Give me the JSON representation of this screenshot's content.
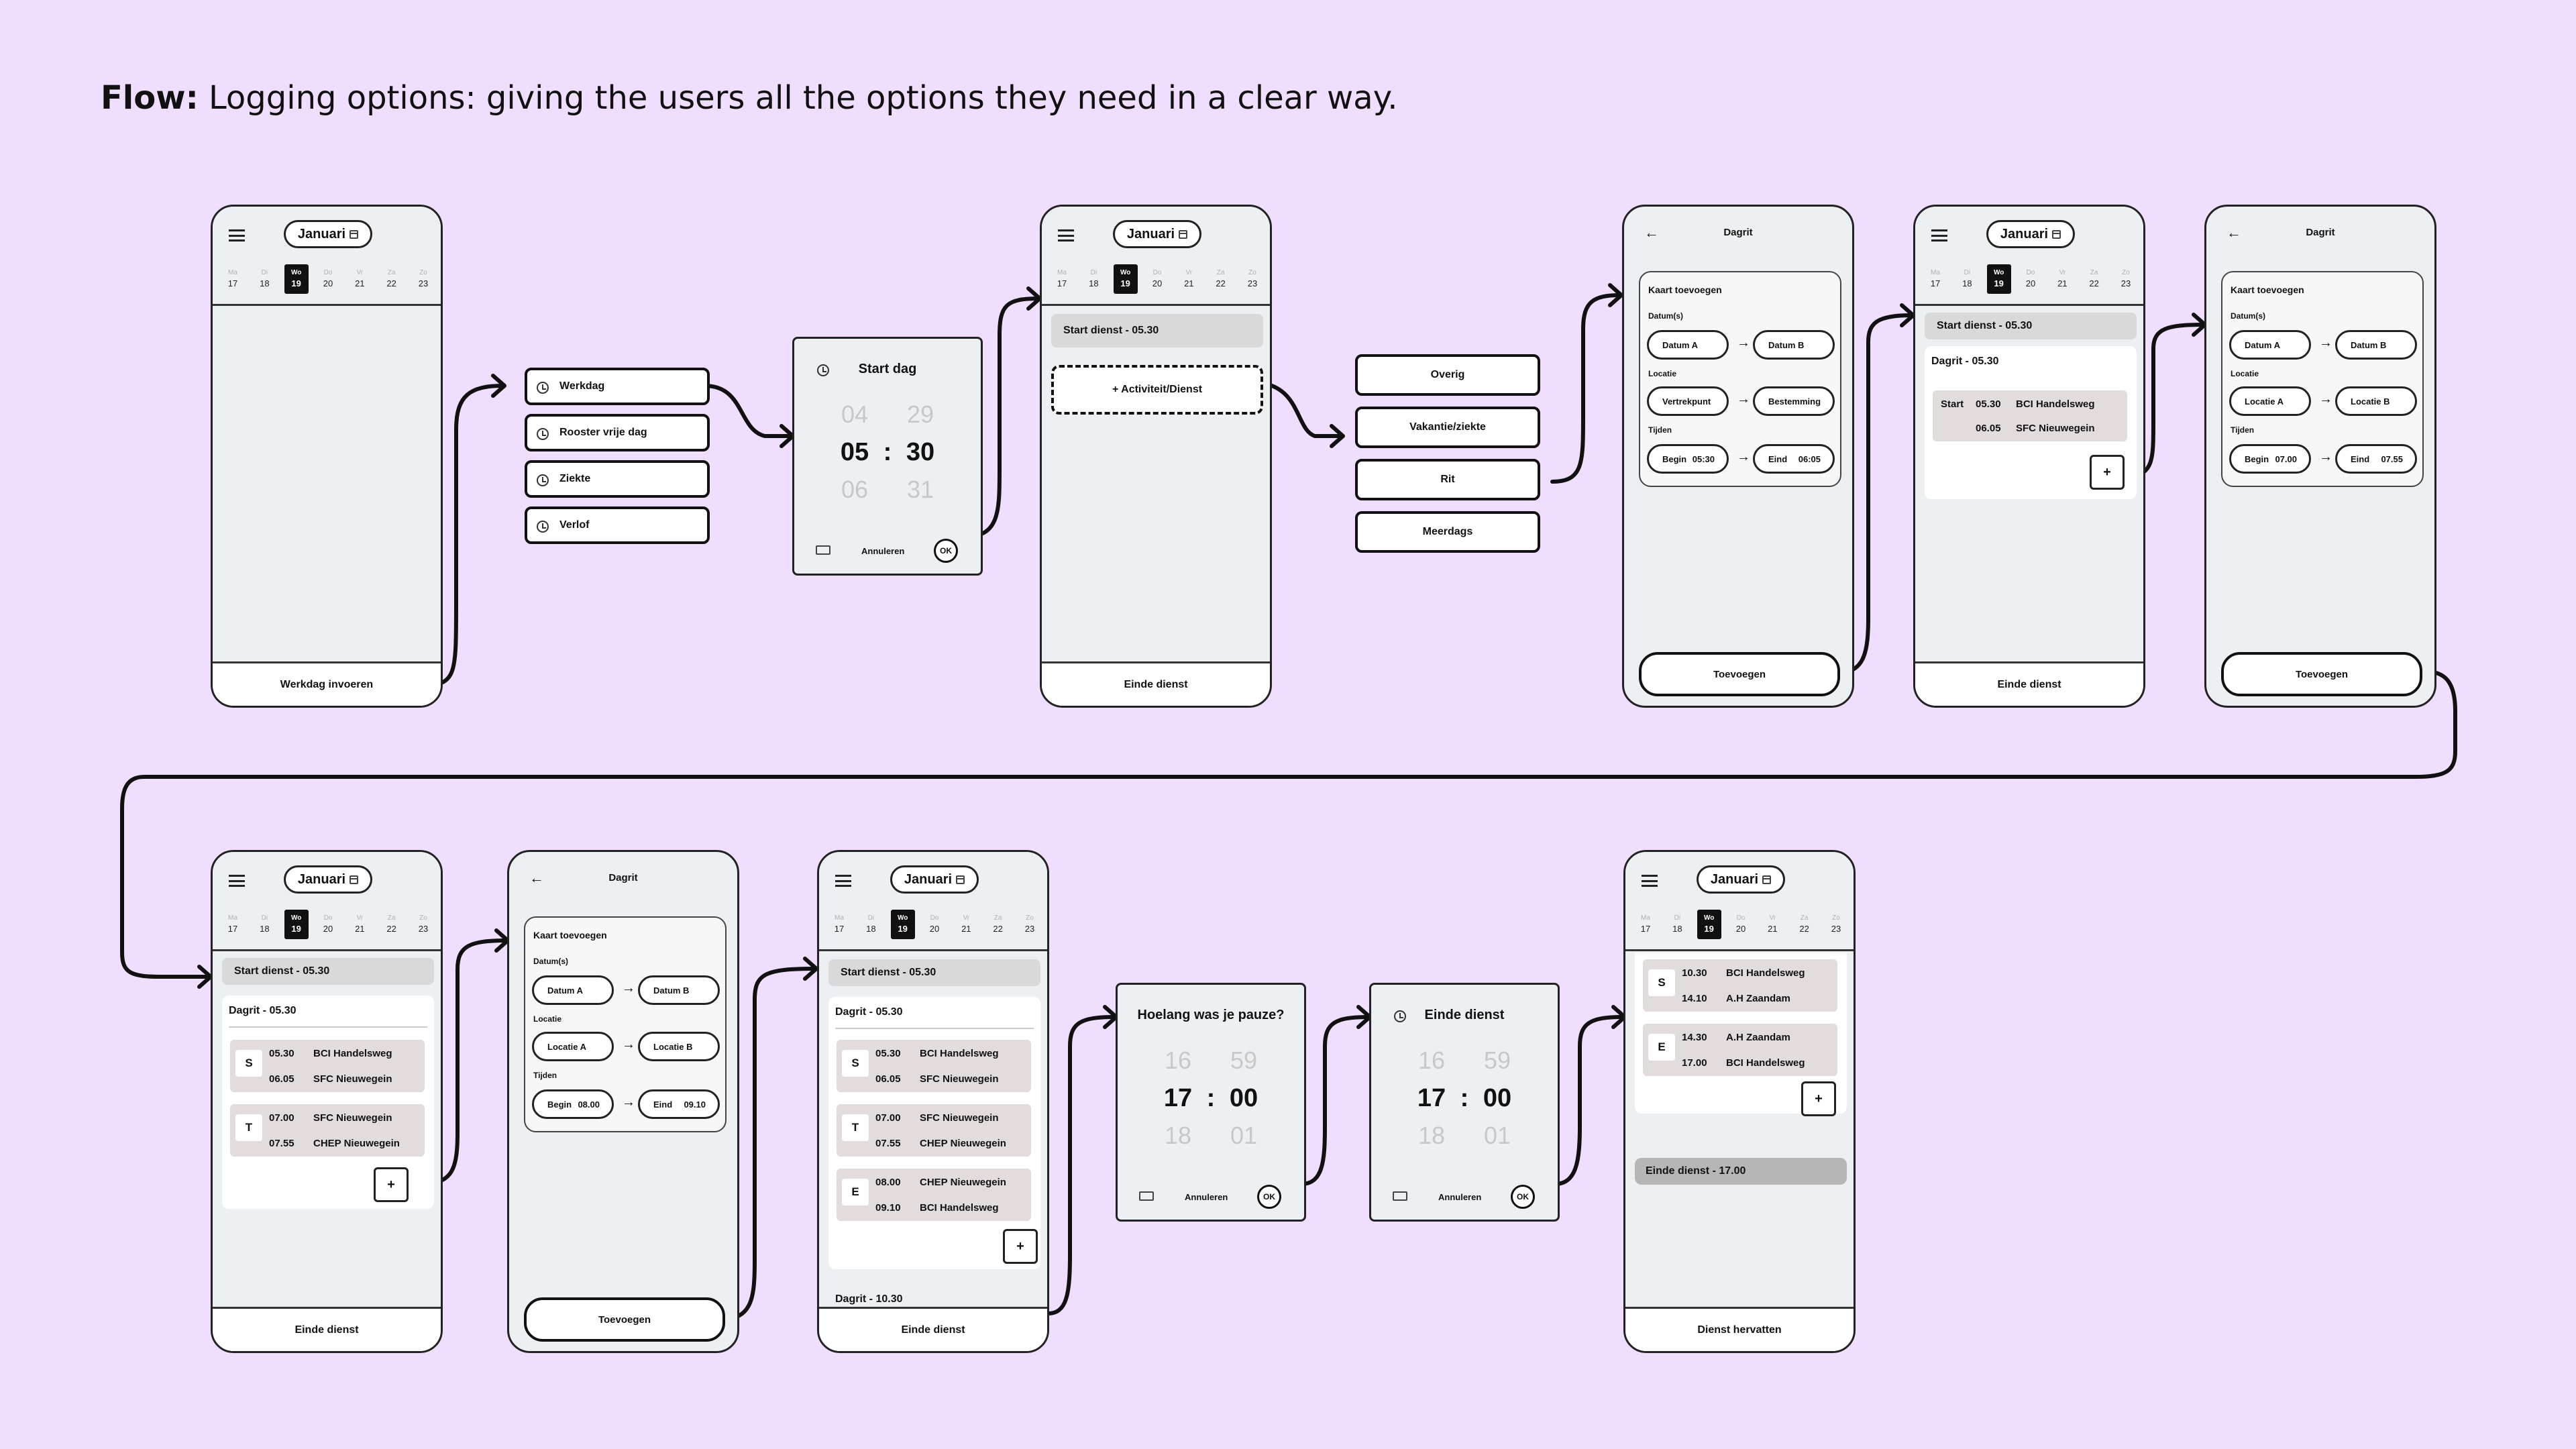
{
  "heading": {
    "bold": "Flow:",
    "text": " Logging options: giving the users all the options they need in a clear way."
  },
  "common": {
    "month": "Januari",
    "week": [
      {
        "dn": "Ma",
        "dd": "17"
      },
      {
        "dn": "Di",
        "dd": "18"
      },
      {
        "dn": "Wo",
        "dd": "19"
      },
      {
        "dn": "Do",
        "dd": "20"
      },
      {
        "dn": "Vr",
        "dd": "21"
      },
      {
        "dn": "Za",
        "dd": "22"
      },
      {
        "dn": "Zo",
        "dd": "23"
      }
    ],
    "dagrit": "Dagrit",
    "kaart_toevoegen": "Kaart toevoegen",
    "datums": "Datum(s)",
    "locatie": "Locatie",
    "tijden": "Tijden",
    "toevoegen": "Toevoegen",
    "begin": "Begin",
    "eind": "Eind",
    "einde_dienst": "Einde dienst",
    "annuleren": "Annuleren",
    "ok": "OK",
    "plus": "+"
  },
  "screen1": {
    "bottom": "Werkdag invoeren"
  },
  "options1": [
    "Werkdag",
    "Rooster vrije dag",
    "Ziekte",
    "Verlof"
  ],
  "picker1": {
    "title": "Start dag",
    "h_prev": "04",
    "m_prev": "29",
    "h": "05",
    "m": "30",
    "h_next": "06",
    "m_next": "31"
  },
  "screen2": {
    "start_bar": "Start dienst - 05.30",
    "add": "+ Activiteit/Dienst"
  },
  "options2": [
    "Overig",
    "Vakantie/ziekte",
    "Rit",
    "Meerdags"
  ],
  "form1": {
    "datum_a": "Datum A",
    "datum_b": "Datum B",
    "loc_a": "Vertrekpunt",
    "loc_b": "Bestemming",
    "begin": "05:30",
    "eind": "06:05"
  },
  "screen4": {
    "start_bar": "Start dienst - 05.30",
    "dagrit_title": "Dagrit - 05.30",
    "start_label": "Start",
    "t1": "05.30",
    "l1": "BCI Handelsweg",
    "t2": "06.05",
    "l2": "SFC Nieuwegein"
  },
  "form2": {
    "datum_a": "Datum A",
    "datum_b": "Datum B",
    "loc_a": "Locatie A",
    "loc_b": "Locatie B",
    "begin": "07.00",
    "eind": "07.55"
  },
  "screen6": {
    "start_bar": "Start dienst - 05.30",
    "dagrit_title": "Dagrit - 05.30",
    "entries": [
      {
        "badge": "S",
        "t1": "05.30",
        "l1": "BCI Handelsweg",
        "t2": "06.05",
        "l2": "SFC Nieuwegein"
      },
      {
        "badge": "T",
        "t1": "07.00",
        "l1": "SFC Nieuwegein",
        "t2": "07.55",
        "l2": "CHEP Nieuwegein"
      }
    ]
  },
  "form3": {
    "datum_a": "Datum A",
    "datum_b": "Datum B",
    "loc_a": "Locatie A",
    "loc_b": "Locatie B",
    "begin": "08.00",
    "eind": "09.10"
  },
  "screen8": {
    "start_bar": "Start dienst - 05.30",
    "dagrit_title": "Dagrit - 05.30",
    "entries": [
      {
        "badge": "S",
        "t1": "05.30",
        "l1": "BCI Handelsweg",
        "t2": "06.05",
        "l2": "SFC Nieuwegein"
      },
      {
        "badge": "T",
        "t1": "07.00",
        "l1": "SFC Nieuwegein",
        "t2": "07.55",
        "l2": "CHEP Nieuwegein"
      },
      {
        "badge": "E",
        "t1": "08.00",
        "l1": "CHEP Nieuwegein",
        "t2": "09.10",
        "l2": "BCI Handelsweg"
      }
    ],
    "next_title": "Dagrit - 10.30"
  },
  "picker2": {
    "title": "Hoelang was je pauze?",
    "h_prev": "16",
    "m_prev": "59",
    "h": "17",
    "m": "00",
    "h_next": "18",
    "m_next": "01"
  },
  "picker3": {
    "title": "Einde dienst",
    "h_prev": "16",
    "m_prev": "59",
    "h": "17",
    "m": "00",
    "h_next": "18",
    "m_next": "01"
  },
  "screen11": {
    "entries": [
      {
        "badge": "S",
        "t1": "10.30",
        "l1": "BCI Handelsweg",
        "t2": "14.10",
        "l2": "A.H Zaandam"
      },
      {
        "badge": "E",
        "t1": "14.30",
        "l1": "A.H Zaandam",
        "t2": "17.00",
        "l2": "BCI Handelsweg"
      }
    ],
    "einde_bar": "Einde dienst - 17.00",
    "bottom": "Dienst hervatten"
  }
}
